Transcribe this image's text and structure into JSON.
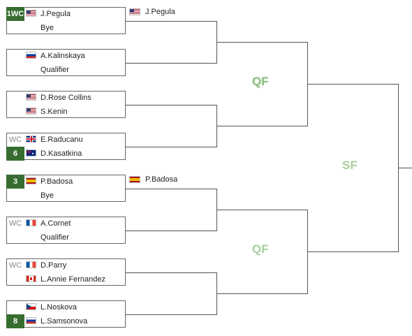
{
  "matches": [
    {
      "players": [
        {
          "seed": "1WC",
          "seed_style": "seed",
          "flag": "US",
          "name": "J.Pegula"
        },
        {
          "seed": "",
          "flag": "",
          "name": "Bye"
        }
      ]
    },
    {
      "players": [
        {
          "seed": "",
          "flag": "RU",
          "name": "A.Kalinskaya"
        },
        {
          "seed": "",
          "flag": "",
          "name": "Qualifier"
        }
      ]
    },
    {
      "players": [
        {
          "seed": "",
          "flag": "US",
          "name": "D.Rose Collins"
        },
        {
          "seed": "",
          "flag": "US",
          "name": "S.Kenin"
        }
      ]
    },
    {
      "players": [
        {
          "seed": "WC",
          "seed_style": "wc",
          "flag": "GB",
          "name": "E.Raducanu"
        },
        {
          "seed": "6",
          "seed_style": "seed",
          "flag": "AU",
          "name": "D.Kasatkina"
        }
      ]
    },
    {
      "players": [
        {
          "seed": "3",
          "seed_style": "seed",
          "flag": "ES",
          "name": "P.Badosa"
        },
        {
          "seed": "",
          "flag": "",
          "name": "Bye"
        }
      ]
    },
    {
      "players": [
        {
          "seed": "WC",
          "seed_style": "wc",
          "flag": "FR",
          "name": "A.Cornet"
        },
        {
          "seed": "",
          "flag": "",
          "name": "Qualifier"
        }
      ]
    },
    {
      "players": [
        {
          "seed": "WC",
          "seed_style": "wc",
          "flag": "FR",
          "name": "D.Parry"
        },
        {
          "seed": "",
          "flag": "CA",
          "name": "L.Annie Fernandez"
        }
      ]
    },
    {
      "players": [
        {
          "seed": "",
          "flag": "CZ",
          "name": "L.Noskova"
        },
        {
          "seed": "8",
          "seed_style": "seed",
          "flag": "RU",
          "name": "L.Samsonova"
        }
      ]
    }
  ],
  "advanced": [
    {
      "flag": "US",
      "name": "J.Pegula"
    },
    {
      "flag": "ES",
      "name": "P.Badosa"
    }
  ],
  "round_labels": {
    "qf_top": "QF",
    "qf_bottom": "QF",
    "sf": "SF"
  },
  "colors": {
    "seed_bg": "#376d30",
    "wc_text": "#888888",
    "round_label": "#a8cfa0",
    "line": "#555555"
  }
}
